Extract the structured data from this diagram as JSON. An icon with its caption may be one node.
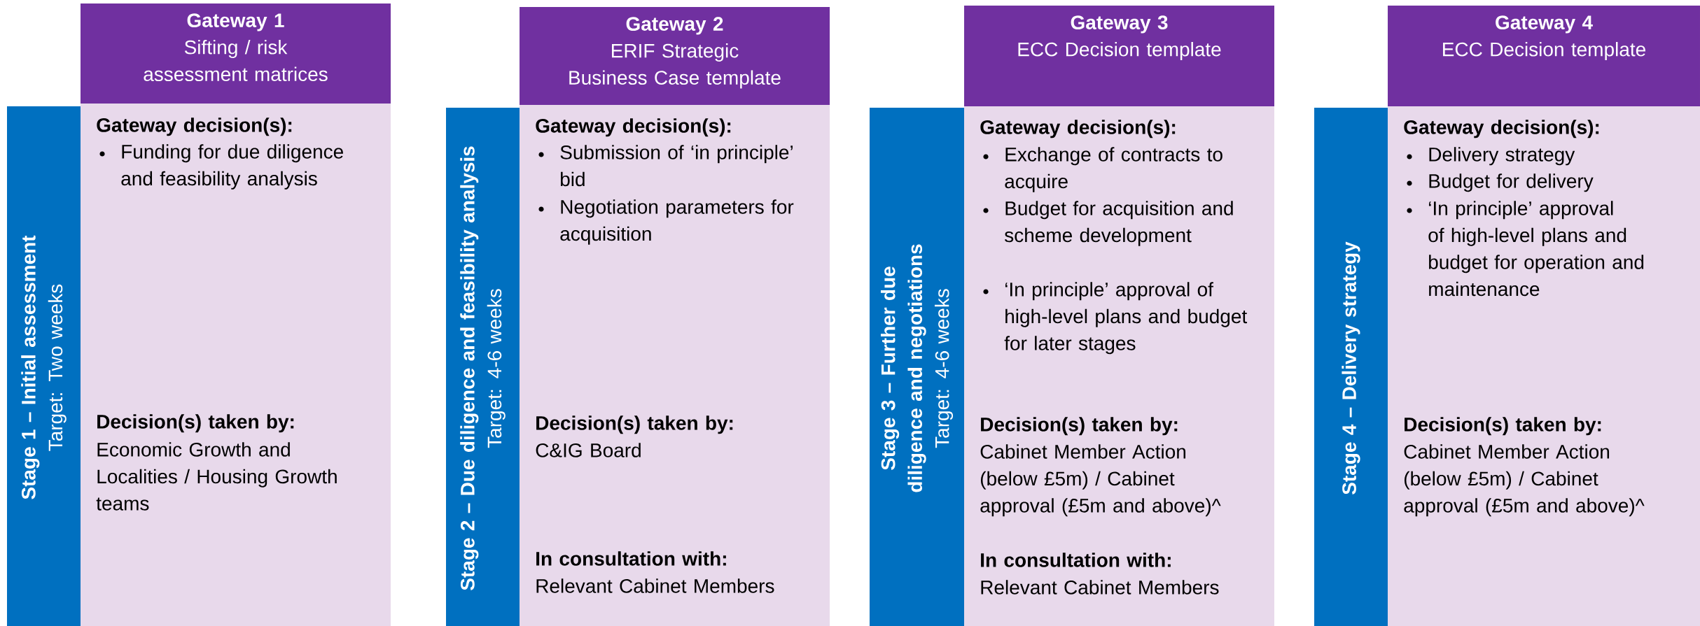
{
  "diagram": {
    "nodes": [
      {
        "text": [
          "Gateway 1",
          "Sifting / risk assessment matrices"
        ]
      },
      {
        "text": [
          "Stage 1 – Initial assessment",
          "Target: Two weeks"
        ]
      },
      {
        "text": [
          "Gateway decision(s):",
          "Funding for due diligence and feasibility analysis",
          "Decision(s) taken by:",
          "Economic Growth and Localities / Housing Growth teams"
        ]
      },
      {
        "text": [
          "Gateway 2",
          "ERIF Strategic Business Case template"
        ]
      },
      {
        "text": [
          "Stage 2 – Due diligence and feasibility analysis",
          "Target: 4-6 weeks"
        ]
      },
      {
        "text": [
          "Gateway decision(s):",
          "Submission of ‘in principle’ bid",
          "Negotiation parameters for acquisition",
          "Decision(s) taken by:",
          "C&IG Board",
          "In consultation with:",
          "Relevant Cabinet Members"
        ]
      },
      {
        "text": [
          "Gateway 3",
          "ECC Decision template"
        ]
      },
      {
        "text": [
          "Stage 3 – Further due diligence and negotiations",
          "Target: 4-6 weeks"
        ]
      },
      {
        "text": [
          "Gateway decision(s):",
          "Exchange of contracts to acquire",
          "Budget for acquisition and scheme development",
          "‘In principle’ approval of high-level plans and budget for later stages",
          "Decision(s) taken by:",
          "Cabinet Member Action (below £5m) / Cabinet approval (£5m and above)^",
          "In consultation with:",
          "Relevant Cabinet Members"
        ]
      },
      {
        "text": [
          "Gateway 4",
          "ECC Decision template"
        ]
      },
      {
        "text": [
          "Stage 4 – Delivery strategy"
        ]
      },
      {
        "text": [
          "Gateway decision(s):",
          "Delivery strategy",
          "Budget for delivery",
          "‘In principle’ approval of high-level plans and budget for operation and maintenance",
          "Decision(s) taken by:",
          "Cabinet Member Action (below £5m) / Cabinet approval (£5m and above)^"
        ]
      }
    ]
  }
}
